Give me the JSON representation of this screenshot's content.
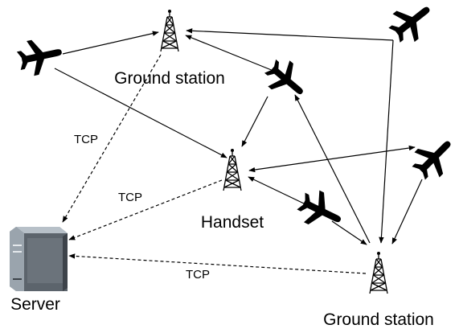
{
  "labels": {
    "ground_station_top": "Ground station",
    "ground_station_bottom": "Ground station",
    "handset": "Handset",
    "server": "Server",
    "tcp_1": "TCP",
    "tcp_2": "TCP",
    "tcp_3": "TCP"
  },
  "nodes": {
    "towers": [
      "ground-station-top",
      "handset",
      "ground-station-bottom"
    ],
    "aircraft_count": 5,
    "server_count": 1
  },
  "icons": {
    "tower": "antenna-tower-icon",
    "plane": "airplane-icon",
    "server": "server-icon"
  },
  "colors": {
    "line": "#000000",
    "server_body": "#7f8a94",
    "server_light": "#b7c0c8",
    "server_dark": "#3d434a"
  }
}
